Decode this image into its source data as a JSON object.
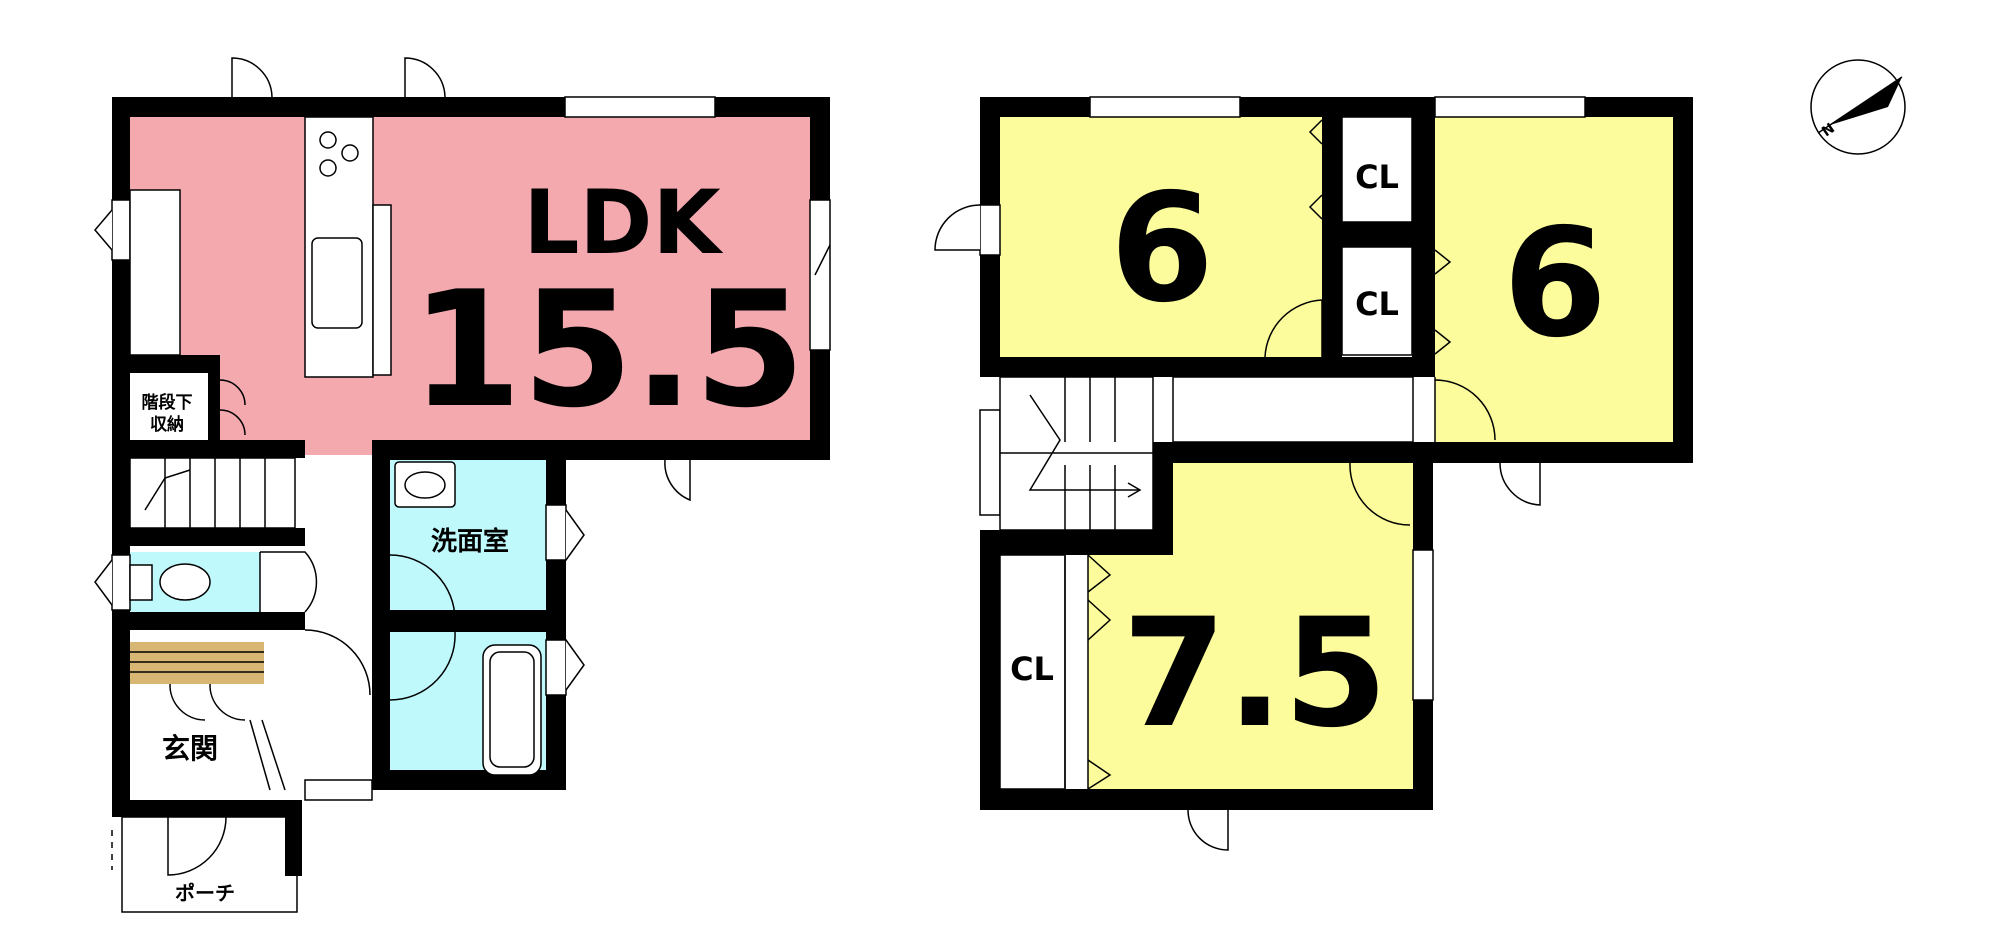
{
  "floor1": {
    "ldk": {
      "name": "LDK",
      "size": "15.5"
    },
    "storage": {
      "line1": "階段下",
      "line2": "収納"
    },
    "washroom": {
      "name": "洗面室"
    },
    "entrance": {
      "name": "玄関"
    },
    "porch": {
      "name": "ポーチ"
    }
  },
  "floor2": {
    "room_a": {
      "size": "6"
    },
    "room_b": {
      "size": "6"
    },
    "room_c": {
      "size": "7.5"
    },
    "closet_a": {
      "name": "CL"
    },
    "closet_b": {
      "name": "CL"
    },
    "closet_c": {
      "name": "CL"
    }
  },
  "compass": {
    "letter": "N"
  },
  "colors": {
    "ldk": "#f4a9ae",
    "bedroom": "#fcfc9c",
    "wet": "#bff9fc",
    "wall": "#000000",
    "wood": "#d8b774"
  }
}
